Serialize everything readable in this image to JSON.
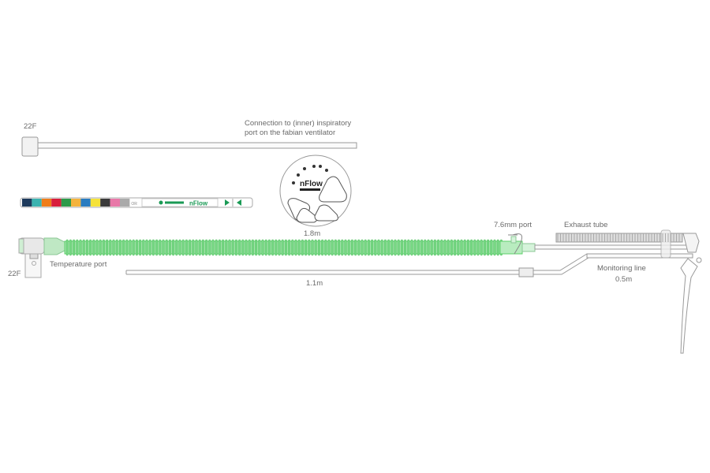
{
  "labels": {
    "top_size": "22F",
    "connection_line1": "Connection to (inner) inspiratory",
    "connection_line2": "port on the fabian ventilator",
    "tube_length": "1.8m",
    "port_7_6": "7.6mm port",
    "exhaust_tube": "Exhaust tube",
    "temperature_port": "Temperature port",
    "bottom_size": "22F",
    "line_length": "1.1m",
    "monitoring_line": "Monitoring line",
    "monitoring_length": "0.5m"
  },
  "strip": {
    "brand": "nFlow",
    "colors": [
      "#1e3a5c",
      "#3bb3b0",
      "#ef7d1a",
      "#d81e3c",
      "#2e9a4a",
      "#f3b33d",
      "#2a7cc0",
      "#f5e23a",
      "#3a3a3a",
      "#e878a8",
      "#aaaaaa"
    ],
    "last_cell": "OR",
    "accent": "#1a9a55"
  },
  "disc": {
    "brand": "nFlow"
  },
  "colors": {
    "tube_green": "#5cd06a",
    "outline": "#9a9a9a"
  }
}
